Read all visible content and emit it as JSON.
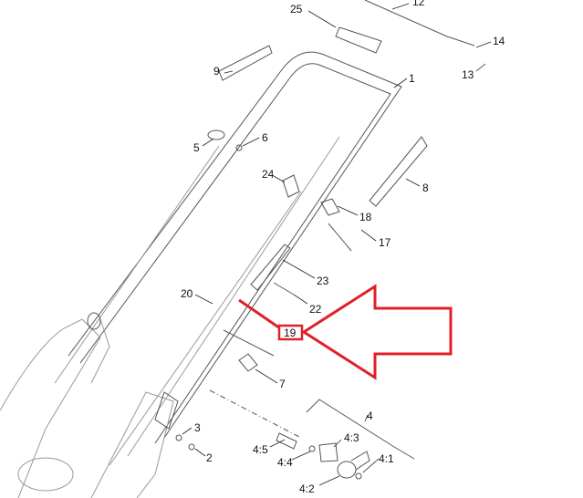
{
  "diagram": {
    "callouts": [
      {
        "id": "c25",
        "text": "25"
      },
      {
        "id": "c12",
        "text": "12"
      },
      {
        "id": "c14",
        "text": "14"
      },
      {
        "id": "c13",
        "text": "13"
      },
      {
        "id": "c9",
        "text": "9"
      },
      {
        "id": "c1",
        "text": "1"
      },
      {
        "id": "c5",
        "text": "5"
      },
      {
        "id": "c6",
        "text": "6"
      },
      {
        "id": "c8",
        "text": "8"
      },
      {
        "id": "c24",
        "text": "24"
      },
      {
        "id": "c18",
        "text": "18"
      },
      {
        "id": "c17",
        "text": "17"
      },
      {
        "id": "c23",
        "text": "23"
      },
      {
        "id": "c20",
        "text": "20"
      },
      {
        "id": "c22",
        "text": "22"
      },
      {
        "id": "c7",
        "text": "7"
      },
      {
        "id": "c4",
        "text": "4"
      },
      {
        "id": "c43",
        "text": "4:3"
      },
      {
        "id": "c3",
        "text": "3"
      },
      {
        "id": "c2",
        "text": "2"
      },
      {
        "id": "c45",
        "text": "4:5"
      },
      {
        "id": "c44",
        "text": "4:4"
      },
      {
        "id": "c41",
        "text": "4:1"
      },
      {
        "id": "c42",
        "text": "4:2"
      }
    ],
    "highlight": {
      "text": "19",
      "color": "#e0202a"
    }
  }
}
